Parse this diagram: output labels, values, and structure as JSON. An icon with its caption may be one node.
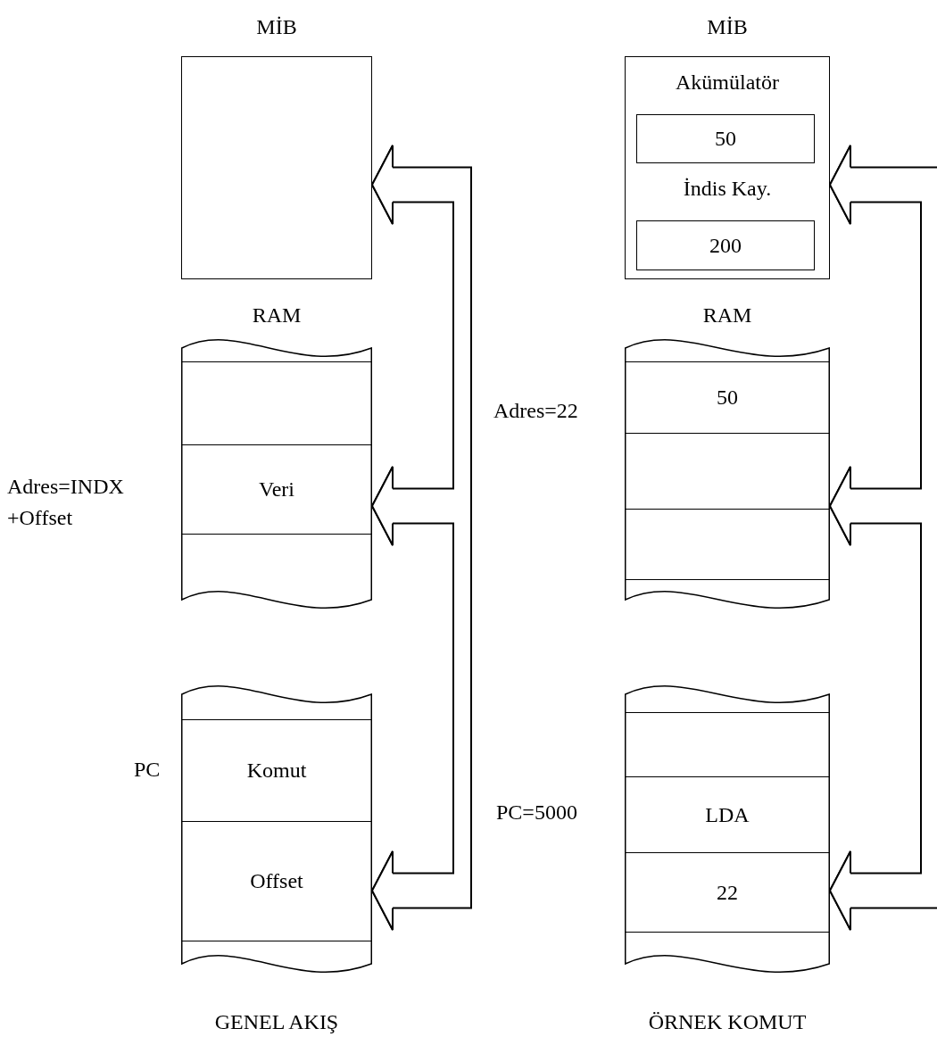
{
  "diagram": {
    "nodes": [
      {
        "text": [
          "MİB"
        ]
      },
      {
        "text": [
          "RAM"
        ]
      },
      {
        "text": [],
        "shape": "box",
        "in": 1
      },
      {
        "text": [
          "Veri"
        ],
        "in": 1,
        "beside": [
          "Adres=INDX +Offset"
        ]
      },
      {
        "text": [],
        "shape": "box",
        "in": 1
      },
      {
        "text": [],
        "shape": "box"
      },
      {
        "text": [
          "Komut"
        ],
        "in": 5,
        "beside": [
          "PC"
        ]
      },
      {
        "text": [
          "Offset"
        ],
        "in": 5
      },
      {
        "text": [
          "MİB",
          "Akümülatör",
          "İndis Kay."
        ]
      },
      {
        "text": [
          "50"
        ],
        "in": 8
      },
      {
        "text": [
          "200"
        ],
        "in": 8
      },
      {
        "text": [
          "RAM"
        ]
      },
      {
        "text": [
          "50"
        ],
        "in": 11,
        "beside": [
          "Adres=22"
        ]
      },
      {
        "text": [],
        "shape": "box",
        "in": 11
      },
      {
        "text": [],
        "shape": "box",
        "in": 11
      },
      {
        "text": [],
        "shape": "box"
      },
      {
        "text": [],
        "shape": "box",
        "in": 15
      },
      {
        "text": [
          "LDA"
        ],
        "in": 15,
        "beside": [
          "PC=5000"
        ]
      },
      {
        "text": [
          "22"
        ],
        "in": 15
      }
    ],
    "edges": [
      {
        "from": 7,
        "to": 0,
        "arrow": "both"
      },
      {
        "from": 0,
        "to": 3,
        "arrow": "both"
      },
      {
        "from": 3,
        "to": 7,
        "arrow": "both"
      },
      {
        "from": null,
        "to": 8,
        "arrow": "to"
      },
      {
        "from": 8,
        "to": 13,
        "arrow": "both"
      },
      {
        "from": 13,
        "to": 18,
        "arrow": "both"
      },
      {
        "from": null,
        "to": 18,
        "arrow": "to"
      }
    ],
    "labels": [
      "GENEL AKIŞ",
      "ÖRNEK KOMUT"
    ]
  }
}
